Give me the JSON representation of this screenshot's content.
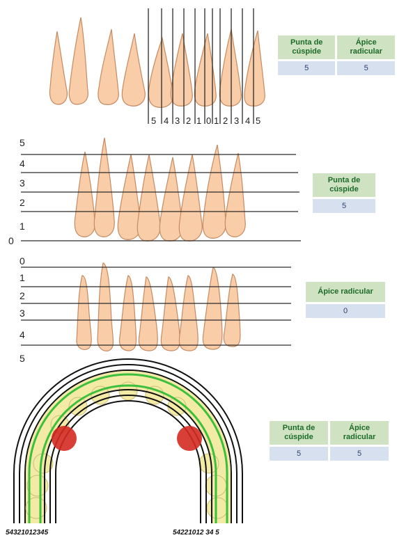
{
  "panel1": {
    "numbers": [
      "5",
      "4",
      "3",
      "2",
      "1",
      "0",
      "1",
      "2",
      "3",
      "4",
      "5"
    ],
    "table": {
      "headers": [
        [
          "Punta de",
          "cúspide"
        ],
        [
          "Ápice",
          "radicular"
        ]
      ],
      "values": [
        "5",
        "5"
      ]
    }
  },
  "panel2": {
    "scale": [
      "5",
      "4",
      "3",
      "2",
      "1",
      "0"
    ],
    "table": {
      "header": [
        "Punta de",
        "cúspide"
      ],
      "value": "5"
    }
  },
  "panel3": {
    "scale": [
      "0",
      "1",
      "2",
      "3",
      "4",
      "5"
    ],
    "table": {
      "header": "Ápice radicular",
      "value": "0"
    }
  },
  "panel4": {
    "left_numbers": "54321012345",
    "right_numbers": "54221012 34 5",
    "table": {
      "headers": [
        [
          "Punta de",
          "cúspide"
        ],
        [
          "Ápice",
          "radicular"
        ]
      ],
      "values": [
        "5",
        "5"
      ]
    }
  },
  "colors": {
    "tooth_fill": "#f9cda8",
    "header_green": "#cfe2c1",
    "value_blue": "#d6e0ee",
    "arch_green": "#3cbf3c",
    "arch_yellow": "#f3eaa6",
    "highlight_red": "#d42a20"
  }
}
